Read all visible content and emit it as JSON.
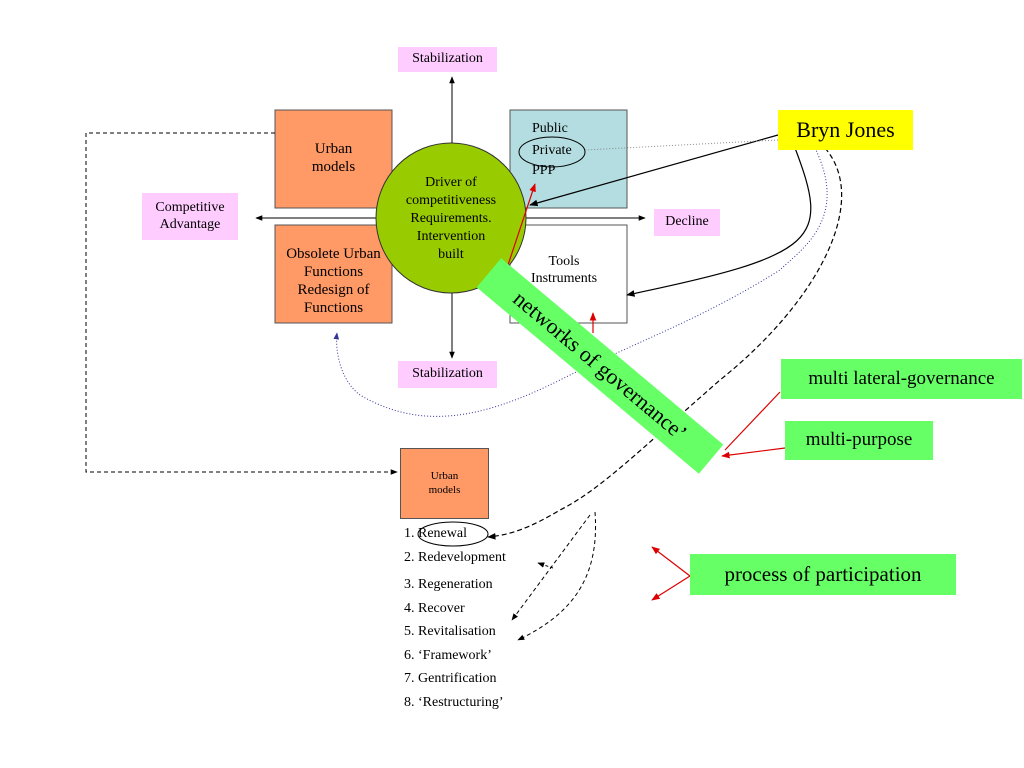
{
  "axis": {
    "top": "Stabilization",
    "bottom": "Stabilization",
    "left_line1": "Competitive",
    "left_line2": "Advantage",
    "right": "Decline"
  },
  "quadrants": {
    "urban_models_line1": "Urban",
    "urban_models_line2": "models",
    "public": "Public",
    "private": "Private",
    "ppp": "PPP",
    "obsolete_lines": [
      "Obsolete Urban",
      "Functions",
      "Redesign of",
      "Functions"
    ],
    "tools": "Tools",
    "instruments": "Instruments"
  },
  "center_circle": {
    "lines": [
      "Driver of",
      "competitiveness",
      "Requirements.",
      "Intervention",
      "built"
    ]
  },
  "author": "Bryn Jones",
  "networks_label": "networks of governance’",
  "labels": {
    "multi_lateral": "multi lateral-governance",
    "multi_purpose": "multi-purpose",
    "participation": "process of participation"
  },
  "small_urban_models": {
    "line1": "Urban",
    "line2": "models"
  },
  "models_list": [
    {
      "num": "1.",
      "text": "Renewal"
    },
    {
      "num": "2.",
      "text": "Redevelopment"
    },
    {
      "num": "3.",
      "text": "Regeneration"
    },
    {
      "num": "4.",
      "text": "Recover"
    },
    {
      "num": "5.",
      "text": "Revitalisation"
    },
    {
      "num": "6.",
      "text": "‘Framework’"
    },
    {
      "num": "7.",
      "text": "Gentrification"
    },
    {
      "num": "8.",
      "text": "‘Restructuring’"
    }
  ],
  "colors": {
    "pink": "#ffccff",
    "orange": "#ff9966",
    "teal": "#b3dde0",
    "green_circle": "#99cc00",
    "green_label": "#66ff66",
    "yellow": "#ffff00",
    "arrow_red": "#dd0000",
    "dotted_blue": "#3333aa"
  }
}
